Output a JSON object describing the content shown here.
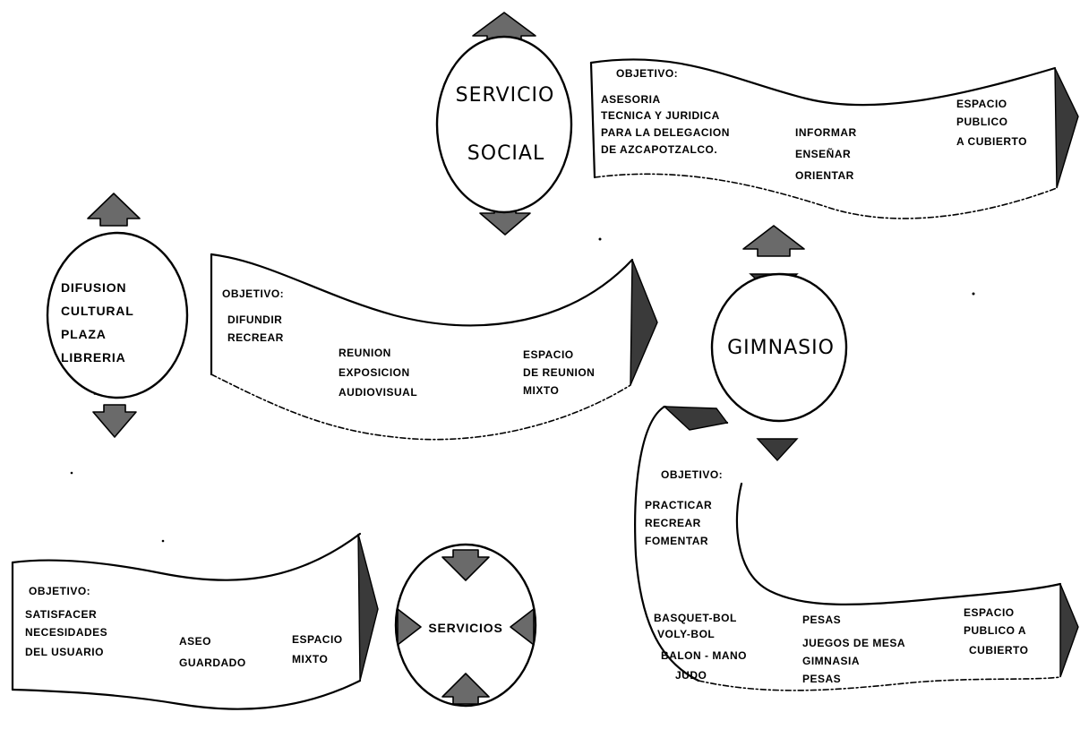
{
  "nodes": {
    "servicio_social": {
      "name_lines": [
        "SERVICIO",
        "SOCIAL"
      ],
      "objective_label": "OBJETIVO:",
      "objective_lines": [
        "ASESORIA",
        "TECNICA Y JURIDICA",
        "PARA LA DELEGACION",
        "DE AZCAPOTZALCO."
      ],
      "activities": [
        "INFORMAR",
        "ENSEÑAR",
        "ORIENTAR"
      ],
      "space_lines": [
        "ESPACIO",
        "PUBLICO",
        "A CUBIERTO"
      ]
    },
    "difusion_cultural": {
      "name_lines": [
        "DIFUSION",
        "CULTURAL",
        "PLAZA",
        "LIBRERIA"
      ],
      "objective_label": "OBJETIVO:",
      "objective_lines": [
        "DIFUNDIR",
        "RECREAR"
      ],
      "activities": [
        "REUNION",
        "EXPOSICION",
        "AUDIOVISUAL"
      ],
      "space_lines": [
        "ESPACIO",
        "DE REUNION",
        "MIXTO"
      ]
    },
    "gimnasio": {
      "name_lines": [
        "GIMNASIO"
      ],
      "objective_label": "OBJETIVO:",
      "objective_lines": [
        "PRACTICAR",
        "RECREAR",
        "FOMENTAR"
      ],
      "activities_a": [
        "BASQUET-BOL",
        "VOLY-BOL",
        "BALON - MANO",
        "JUDO"
      ],
      "activities_b": [
        "PESAS",
        "JUEGOS DE MESA",
        "GIMNASIA",
        "PESAS"
      ],
      "space_lines": [
        "ESPACIO",
        "PUBLICO A",
        "CUBIERTO"
      ]
    },
    "servicios": {
      "name_lines": [
        "SERVICIOS"
      ],
      "objective_label": "OBJETIVO:",
      "objective_lines": [
        "SATISFACER",
        "NECESIDADES",
        "DEL USUARIO"
      ],
      "activities": [
        "ASEO",
        "GUARDADO"
      ],
      "space_lines": [
        "ESPACIO",
        "MIXTO"
      ]
    }
  }
}
